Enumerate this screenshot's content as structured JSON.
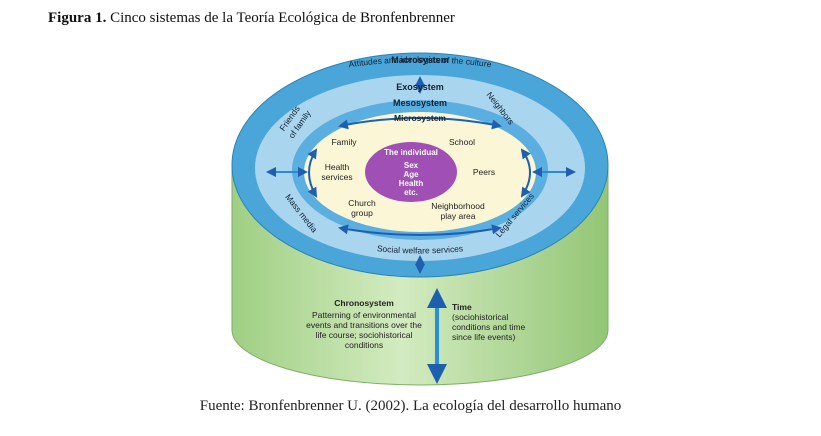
{
  "caption": {
    "label": "Figura 1.",
    "text": "Cinco sistemas de la Teoría Ecológica de Bronfenbrenner"
  },
  "source": "Fuente: Bronfenbrenner U. (2002). La ecología del desarrollo humano",
  "diagram": {
    "macrosystem": "Macrosystem",
    "macro_sub": "Attitudes and ideologies of the culture",
    "exosystem": "Exosystem",
    "mesosystem": "Mesosystem",
    "microsystem": "Microsystem",
    "center": [
      "The individual",
      "Sex",
      "Age",
      "Health",
      "etc."
    ],
    "micro_items": {
      "family": "Family",
      "school": "School",
      "health": [
        "Health",
        "services"
      ],
      "peers": "Peers",
      "church": [
        "Church",
        "group"
      ],
      "neighborhood": [
        "Neighborhood",
        "play area"
      ]
    },
    "exo_items": {
      "friends": [
        "Friends",
        "of family"
      ],
      "neighbors": "Neighbors",
      "mass_media": "Mass media",
      "legal": "Legal services",
      "social": "Social welfare services"
    },
    "chronosystem": {
      "title": "Chronosystem",
      "lines": [
        "Patterning of environmental",
        "events and transitions over the",
        "life course; sociohistorical",
        "conditions"
      ]
    },
    "time": {
      "title": "Time",
      "lines": [
        "(sociohistorical",
        "conditions and time",
        "since life events)"
      ]
    },
    "colors": {
      "cylinder": "#b9dba0",
      "macro": "#4aa6d9",
      "exo": "#a9d4ef",
      "meso": "#5aaee0",
      "micro": "#fbf6d6",
      "center": "#a04fb4",
      "arrow": "#1f5fb0"
    }
  }
}
